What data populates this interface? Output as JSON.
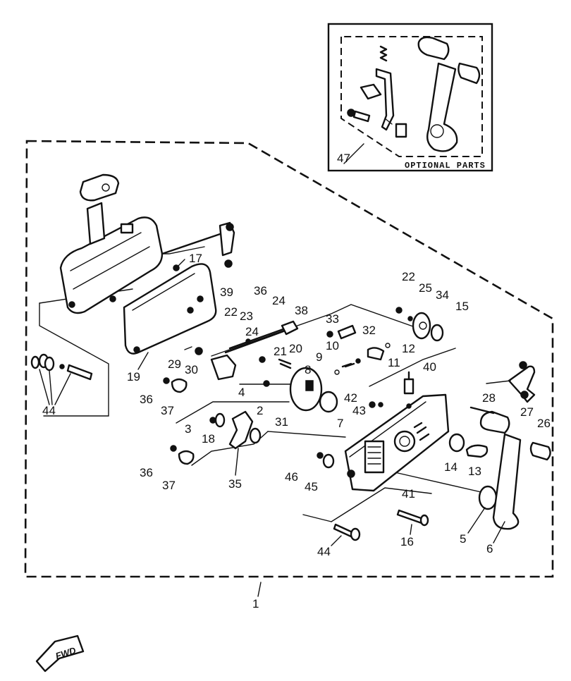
{
  "optional_box": {
    "label": "OPTIONAL PARTS",
    "callout": "47"
  },
  "assembly_callout": "1",
  "fwd_label": "FWD",
  "callouts": {
    "c2": "2",
    "c3": "3",
    "c4": "4",
    "c5": "5",
    "c6": "6",
    "c7": "7",
    "c8": "8",
    "c9": "9",
    "c10": "10",
    "c11": "11",
    "c12": "12",
    "c13": "13",
    "c14": "14",
    "c15": "15",
    "c16": "16",
    "c17": "17",
    "c18": "18",
    "c19": "19",
    "c20": "20",
    "c21": "21",
    "c22a": "22",
    "c22b": "22",
    "c23": "23",
    "c24a": "24",
    "c24b": "24",
    "c25": "25",
    "c26": "26",
    "c27": "27",
    "c28": "28",
    "c29": "29",
    "c30": "30",
    "c31": "31",
    "c32": "32",
    "c33": "33",
    "c34": "34",
    "c35": "35",
    "c36a": "36",
    "c36b": "36",
    "c36c": "36",
    "c37a": "37",
    "c37b": "37",
    "c38": "38",
    "c39": "39",
    "c40": "40",
    "c41": "41",
    "c42": "42",
    "c43": "43",
    "c44a": "44",
    "c44b": "44",
    "c45": "45",
    "c46": "46"
  }
}
